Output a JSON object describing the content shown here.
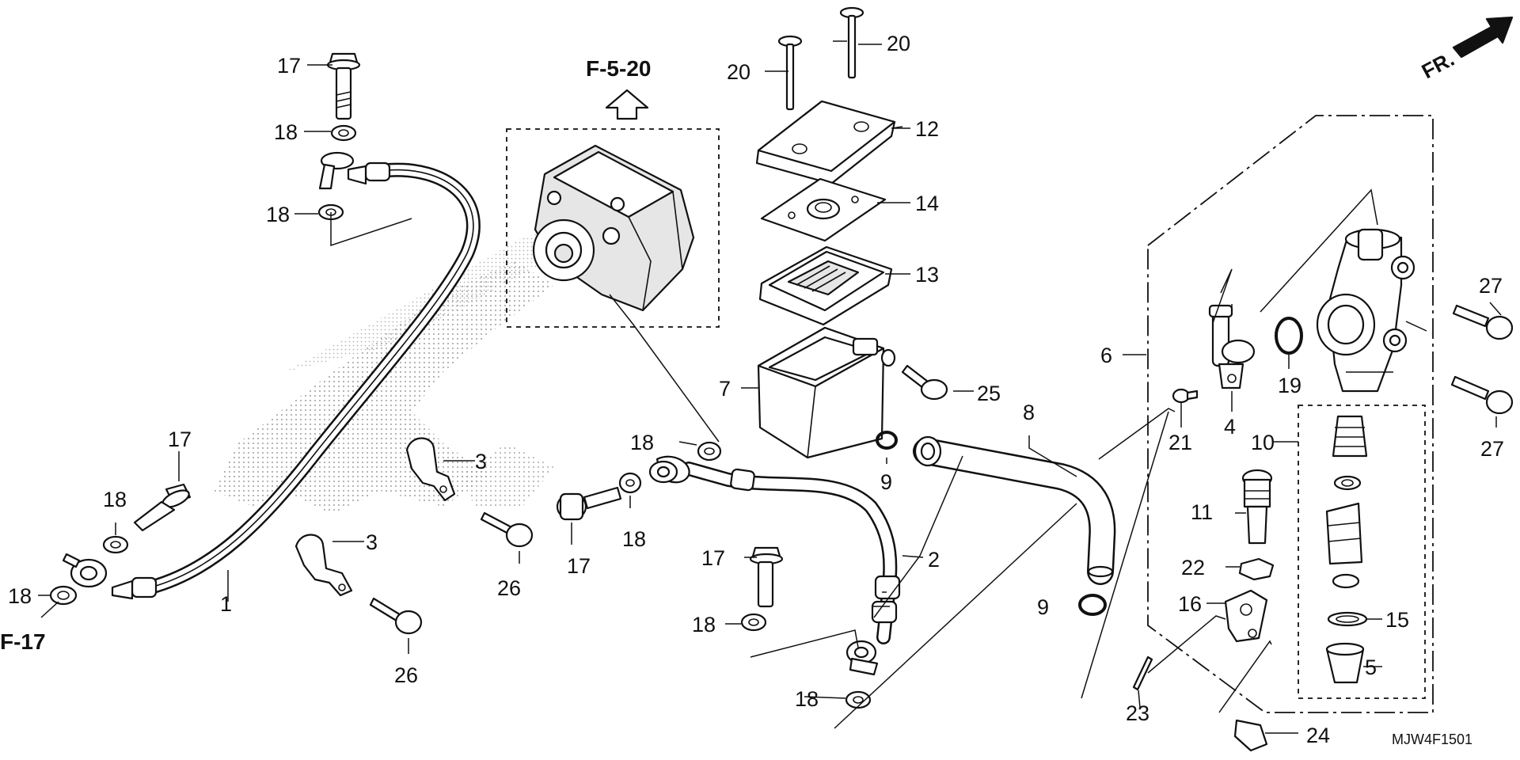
{
  "diagram": {
    "labels": [
      "1",
      "2",
      "3",
      "3",
      "4",
      "5",
      "6",
      "7",
      "8",
      "9",
      "9",
      "10",
      "11",
      "12",
      "13",
      "14",
      "15",
      "16",
      "17",
      "17",
      "17",
      "17",
      "18",
      "18",
      "18",
      "18",
      "18",
      "18",
      "18",
      "18",
      "19",
      "20",
      "20",
      "21",
      "22",
      "23",
      "24",
      "25",
      "26",
      "26",
      "27",
      "27"
    ],
    "ref_top": "F-5-20",
    "ref_left": "F-17",
    "direction_label": "FR.",
    "drawing_code": "MJW4F1501"
  }
}
